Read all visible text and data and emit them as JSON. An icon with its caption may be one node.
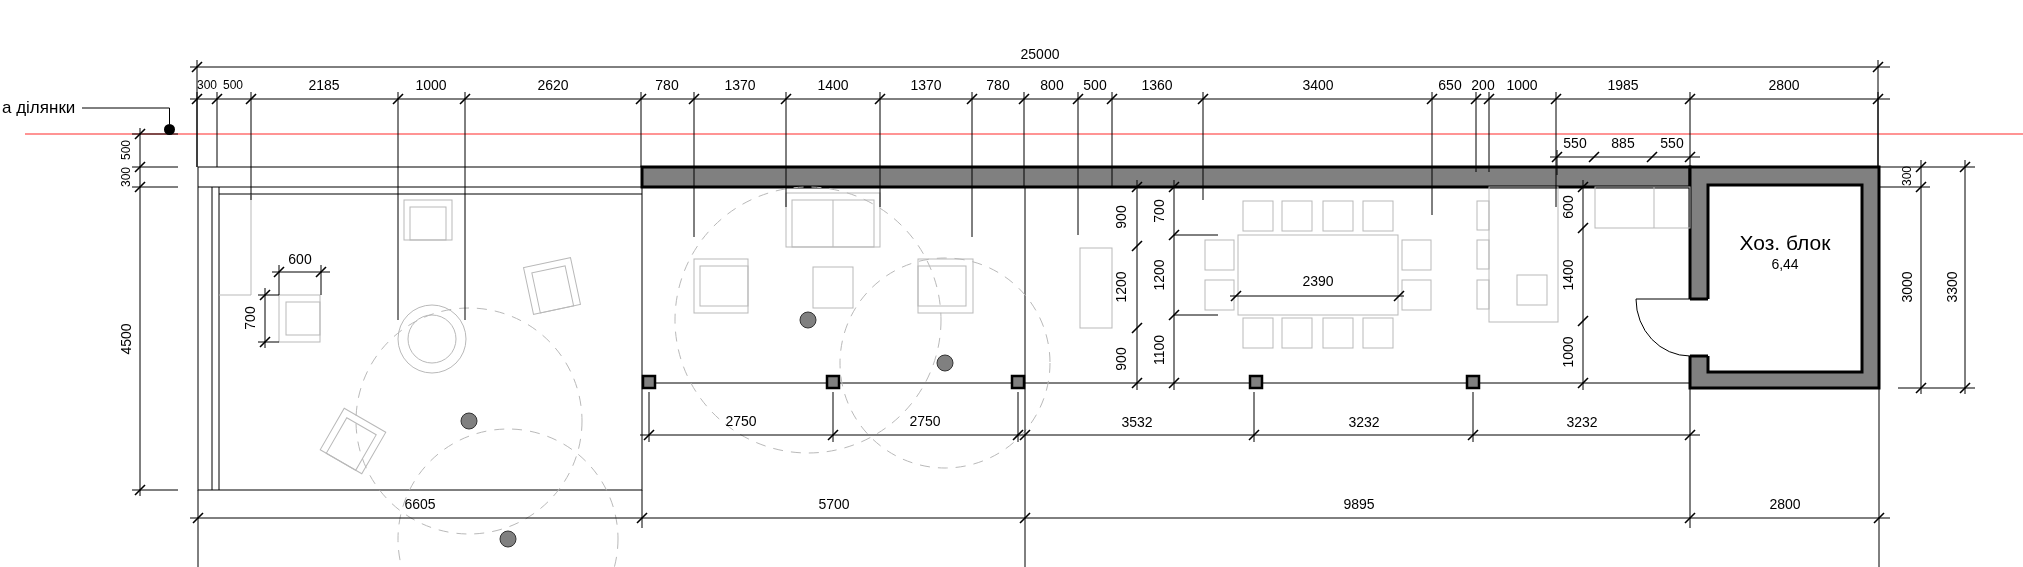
{
  "diagram": {
    "nodes": [
      {
        "text": [
          "а ділянки"
        ]
      },
      {
        "text": [],
        "shape": "circle"
      },
      {
        "text": [
          "Хоз. блок",
          "6,44"
        ]
      }
    ],
    "edges": [
      {
        "from": 0,
        "to": 1,
        "arrow": "none"
      }
    ],
    "labels": [
      "25000",
      "300",
      "500",
      "2185",
      "1000",
      "2620",
      "780",
      "1370",
      "1400",
      "1370",
      "780",
      "800",
      "500",
      "1360",
      "3400",
      "650",
      "200",
      "1000",
      "1985",
      "2800",
      "550",
      "885",
      "550",
      "500",
      "300",
      "300",
      "900",
      "700",
      "600",
      "600",
      "1200",
      "1200",
      "2390",
      "1400",
      "3000",
      "3300",
      "700",
      "4500",
      "900",
      "1100",
      "1000",
      "2750",
      "2750",
      "3532",
      "3232",
      "3232",
      "6605",
      "5700",
      "9895",
      "2800"
    ]
  }
}
